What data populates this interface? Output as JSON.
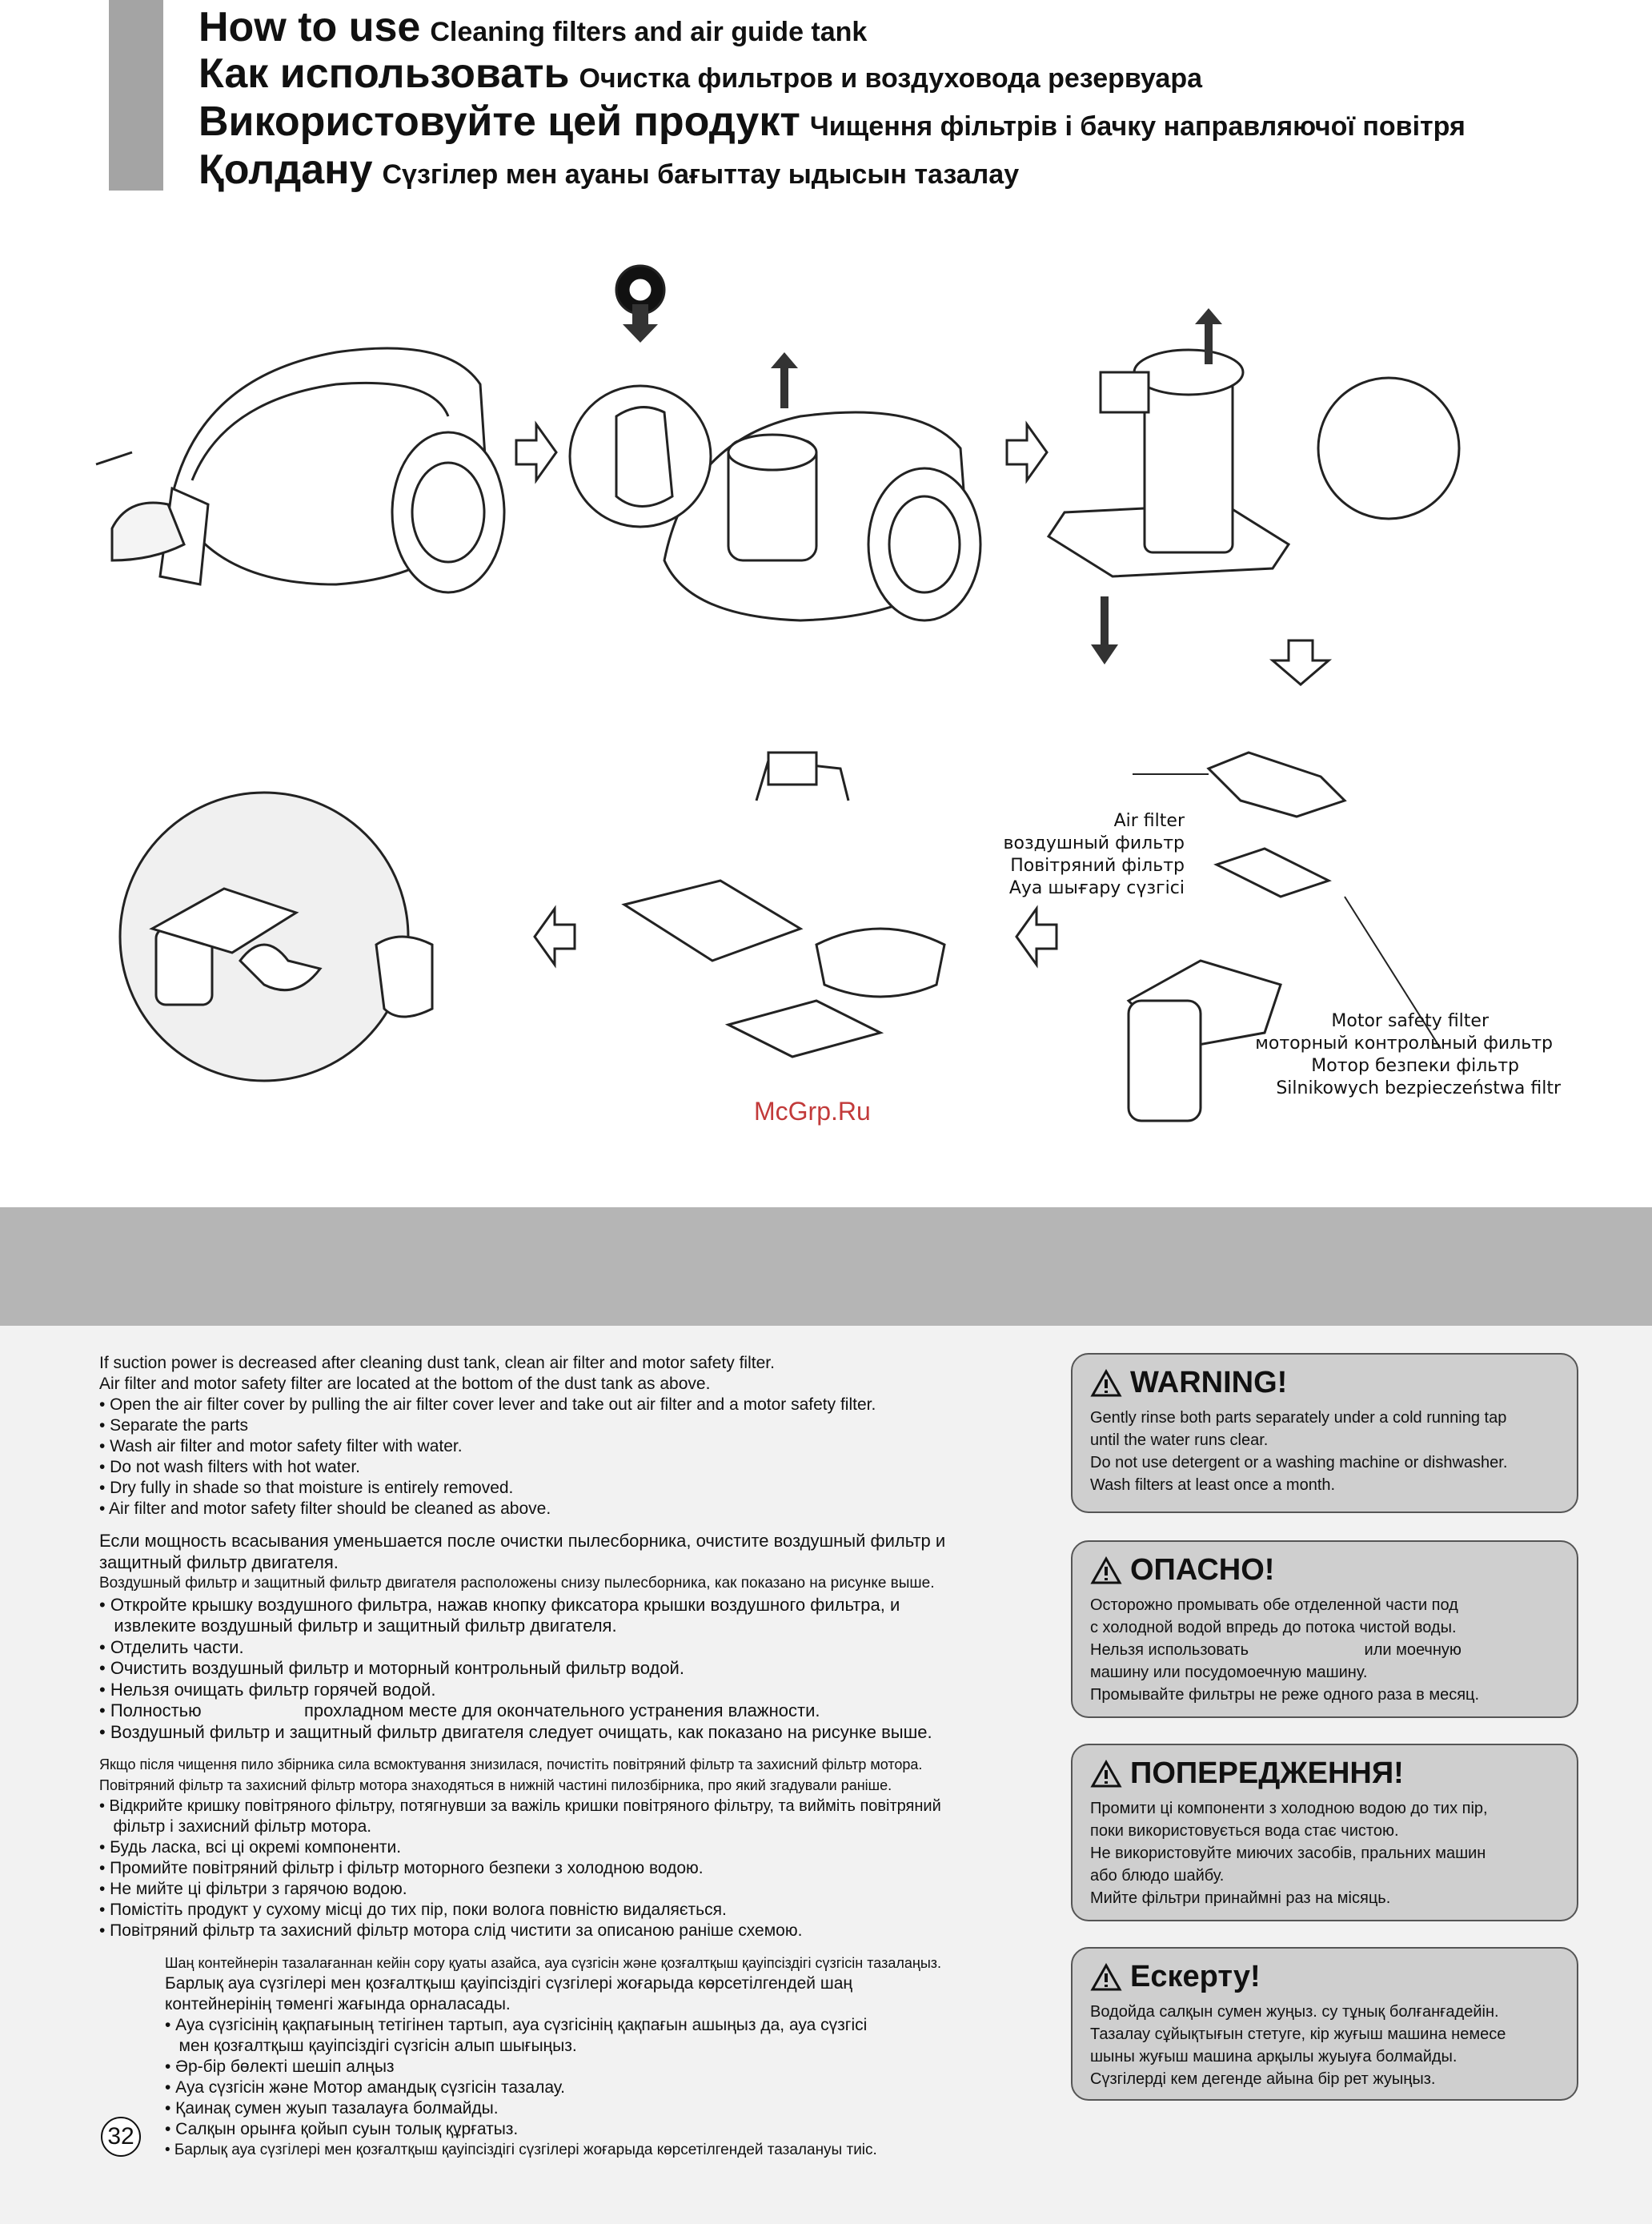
{
  "header": {
    "lines": [
      {
        "main": "How to use",
        "sub": "Cleaning filters and air guide tank"
      },
      {
        "main": "Как использовать",
        "sub": "Очистка фильтров и воздуховода резервуара"
      },
      {
        "main": "Використовуйте цей продукт",
        "sub": "Чищення фільтрів і бачку направляючої повітря"
      },
      {
        "main": "Қолдану",
        "sub": "Сүзгілер мен ауаны бағыттау ыдысын тазалау"
      }
    ]
  },
  "figure": {
    "air_filter_labels": [
      "Air filter",
      "воздушный фильтр",
      "Повітряний фільтр",
      "Ауа шығару сүзгісі"
    ],
    "motor_filter_labels": [
      "Motor safety filter",
      "моторный контрольный фильтр",
      "Мотор безпеки фільтр",
      "Silnikowych bezpieczeństwa filtr"
    ]
  },
  "watermark": "McGrp.Ru",
  "instructions": {
    "en": [
      "If suction power is decreased after cleaning dust tank, clean air filter and motor safety filter.",
      "Air filter and motor safety filter are located at the bottom of the dust tank as above.",
      "• Open the air filter cover by pulling the air filter cover lever and take out air filter and a motor safety filter.",
      "• Separate the parts",
      "• Wash air filter and motor safety filter with water.",
      "• Do not wash filters with hot water.",
      "• Dry fully in shade so that moisture is entirely removed.",
      "• Air filter and motor safety filter should be cleaned as above."
    ],
    "ru": [
      "Если мощность всасывания уменьшается после очистки пылесборника, очистите воздушный фильтр и",
      "защитный фильтр двигателя.",
      "Воздушный фильтр и защитный фильтр двигателя расположены снизу пылесборника, как показано на рисунке выше.",
      "• Откройте крышку воздушного фильтра, нажав кнопку фиксатора крышки воздушного фильтра, и",
      "   извлеките воздушный фильтр и защитный фильтр двигателя.",
      "• Отделить части.",
      "• Очистить воздушный фильтр и моторный контрольный фильтр водой.",
      "• Нельзя очищать фильтр горячей водой.",
      "• Полностью                     прохладном месте для окончательного устранения влажности.",
      "• Воздушный фильтр и защитный фильтр двигателя следует очищать, как показано на рисунке выше."
    ],
    "uk": [
      "Якщо після чищення пило збірника сила всмоктування знизилася, почистіть повітряний фільтр та захисний фільтр мотора.",
      "Повітряний фільтр та захисний фільтр мотора знаходяться в нижній частині пилозбірника, про який згадували раніше.",
      "• Відкрийте кришку повітряного фільтру, потягнувши за важіль кришки повітряного фільтру, та вийміть повітряний",
      "   фільтр і захисний фільтр мотора.",
      "• Будь ласка, всі ці окремі компоненти.",
      "• Промийте повітряний фільтр і фільтр моторного безпеки з холодною водою.",
      "• Не мийте ці фільтри з гарячою водою.",
      "• Помістіть продукт у сухому місці до тих пір, поки волога повністю видаляється.",
      "• Повітряний фільтр та захисний фільтр мотора слід чистити за описаною раніше схемою."
    ],
    "kz": [
      "Шаң контейнерін тазалағаннан кейін сору қуаты азайса, ауа сүзгісін және қозғалтқыш қауіпсіздігі сүзгісін тазалаңыз.",
      "Барлық ауа сүзгілері мен қозғалтқыш қауіпсіздігі сүзгілері жоғарыда көрсетілгендей шаң",
      "контейнерінің төменгі жағында орналасады.",
      "• Ауа сүзгісінің қақпағының тетігінен тартып, ауа сүзгісінің қақпағын ашыңыз да, ауа сүзгісі",
      "   мен қозғалтқыш қауіпсіздігі сүзгісін алып шығыңыз.",
      "• Әр-бір бөлекті шешіп алңыз",
      "• Ауа сүзгісін және Мотор амандық сүзгісін тазалау.",
      "• Қаинақ сумен жуып тазалауға болмайды.",
      "• Салқын орынға қойып суын толық құрғатыз.",
      "• Барлық ауа сүзгілері мен қозғалтқыш қауіпсіздігі сүзгілері жоғарыда көрсетілгендей тазалануы тиіс."
    ]
  },
  "warnings": [
    {
      "title": "WARNING!",
      "lines": [
        "Gently rinse both parts separately under a cold running tap",
        "until the water runs clear.",
        "Do not use detergent or a washing machine or dishwasher.",
        "Wash filters at least once a month."
      ]
    },
    {
      "title": "ОПАСНО!",
      "lines": [
        "Осторожно промывать обе отделенной части под",
        "с холодной водой впредь до потока чистой воды.",
        "Нельзя использовать                          или моечную",
        "машину или посудомоечную машину.",
        "Промывайте фильтры не реже одного раза в месяц."
      ]
    },
    {
      "title": "ПОПЕРЕДЖЕННЯ!",
      "lines": [
        "Промити ці компоненти з холодною водою до тих пір,",
        "поки використовується вода стає чистою.",
        "Не використовуйте миючих засобів, пральних машин",
        "або блюдо шайбу.",
        "Мийте фільтри принаймні раз на місяць."
      ]
    },
    {
      "title": "Ескерту!",
      "lines": [
        "Водойда салқын сумен жуңыз. су тұнық болғанғадейін.",
        "Тазалау сұйықтығын стетуге, кір жуғыш машина немесе",
        "шыны жуғыш машина арқылы жуыуға болмайды.",
        "Сүзгілерді кем дегенде айына бір рет жуыңыз."
      ]
    }
  ],
  "page_number": "32"
}
